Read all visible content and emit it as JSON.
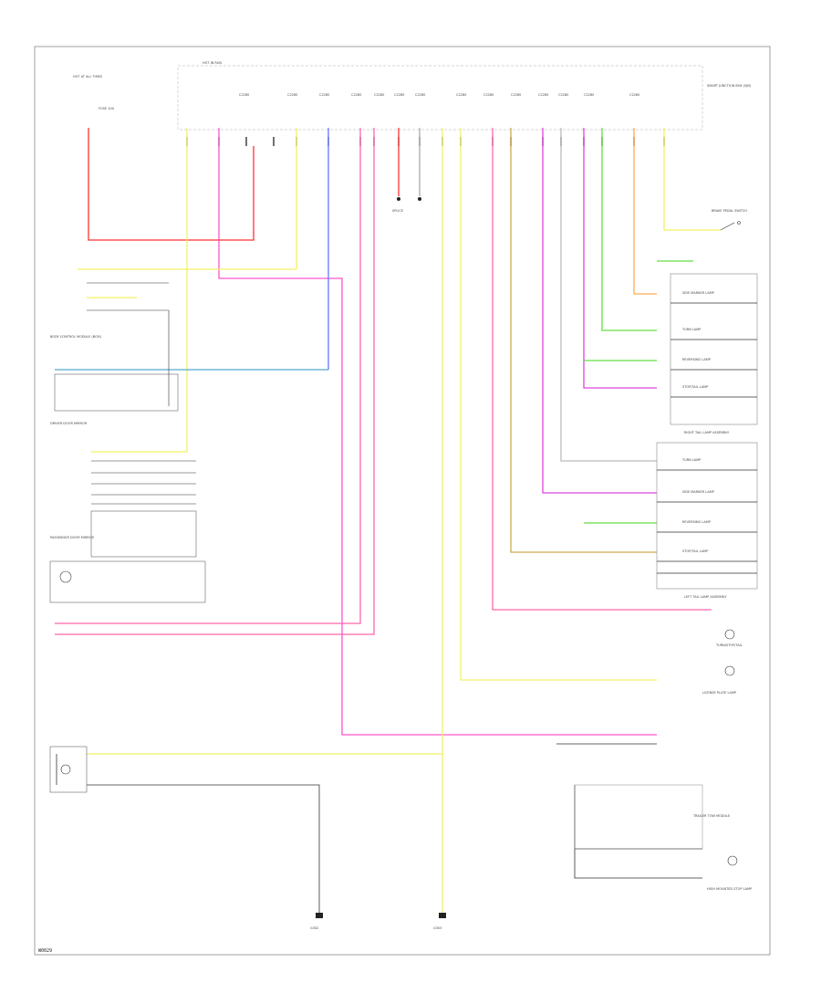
{
  "diagram": {
    "code": "W0029",
    "ground_left_label": "G302",
    "ground_right_label": "G303",
    "hot_at_all_times": "HOT AT ALL TIMES",
    "hot_in_run": "HOT IN RUN",
    "fuse_label": "FUSE 10A",
    "smart_junction_box": "SMART JUNCTION BOX (SJB)",
    "body_control_module": "BODY CONTROL MODULE (BCM)",
    "high_mount_stop_lamp": "HIGH MOUNTED STOP LAMP",
    "turn_stop_tail_label": "TURN/STOP/TAIL",
    "right_tail_lamp_assembly": "RIGHT TAIL LAMP ASSEMBLY",
    "left_tail_lamp_assembly": "LEFT TAIL LAMP ASSEMBLY",
    "side_marker_lamp": "SIDE MARKER LAMP",
    "reversing_lamp": "REVERSING LAMP",
    "stop_tail_lamp": "STOP/TAIL LAMP",
    "turn_lamp": "TURN LAMP",
    "license_plate_lamp": "LICENSE PLATE LAMP",
    "brake_pedal_switch": "BRAKE PEDAL SWITCH",
    "trailer_tow_module": "TRAILER TOW MODULE",
    "driver_door_mirror": "DRIVER DOOR MIRROR",
    "passenger_door_mirror": "PASSENGER DOOR MIRROR",
    "splice": "SPLICE",
    "colors": {
      "red": "#ff3333",
      "pink": "#ff55cc",
      "magenta": "#dd44dd",
      "yellow": "#f2f266",
      "green": "#66dd44",
      "blue": "#6677ff",
      "teal": "#55aacc",
      "orange": "#ffaa55",
      "olive": "#ccaa55",
      "black": "#222222",
      "grey": "#bbbbbb"
    }
  }
}
